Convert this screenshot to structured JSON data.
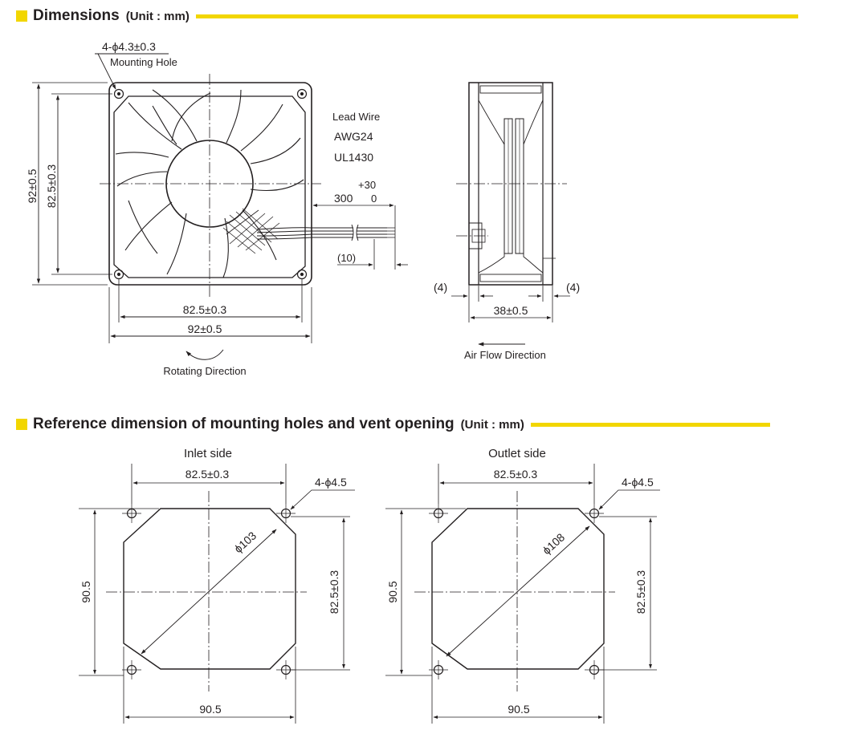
{
  "section1": {
    "title": "Dimensions",
    "unit": "(Unit : mm)"
  },
  "section2": {
    "title": "Reference dimension of mounting holes and vent opening",
    "unit": "(Unit : mm)"
  },
  "colors": {
    "accent": "#f2d600",
    "line": "#231f20"
  },
  "front_view": {
    "hole_callout": "4-ϕ4.3±0.3",
    "hole_label": "Mounting Hole",
    "height_outer": "92±0.5",
    "height_pitch": "82.5±0.3",
    "width_pitch": "82.5±0.3",
    "width_outer": "92±0.5",
    "rotating": "Rotating Direction",
    "lead_wire": "Lead Wire",
    "awg": "AWG24",
    "ul": "UL1430",
    "tol_plus": "+30",
    "tol_base": "0",
    "wire_len": "300",
    "strip_len": "(10)"
  },
  "side_view": {
    "left_offset": "(4)",
    "right_offset": "(4)",
    "depth": "38±0.5",
    "air_flow": "Air Flow Direction"
  },
  "inlet": {
    "title": "Inlet side",
    "pitch": "82.5±0.3",
    "holes": "4-ϕ4.5",
    "diameter": "ϕ103",
    "height": "90.5",
    "pitch_v": "82.5±0.3",
    "width": "90.5"
  },
  "outlet": {
    "title": "Outlet side",
    "pitch": "82.5±0.3",
    "holes": "4-ϕ4.5",
    "diameter": "ϕ108",
    "height": "90.5",
    "pitch_v": "82.5±0.3",
    "width": "90.5"
  }
}
